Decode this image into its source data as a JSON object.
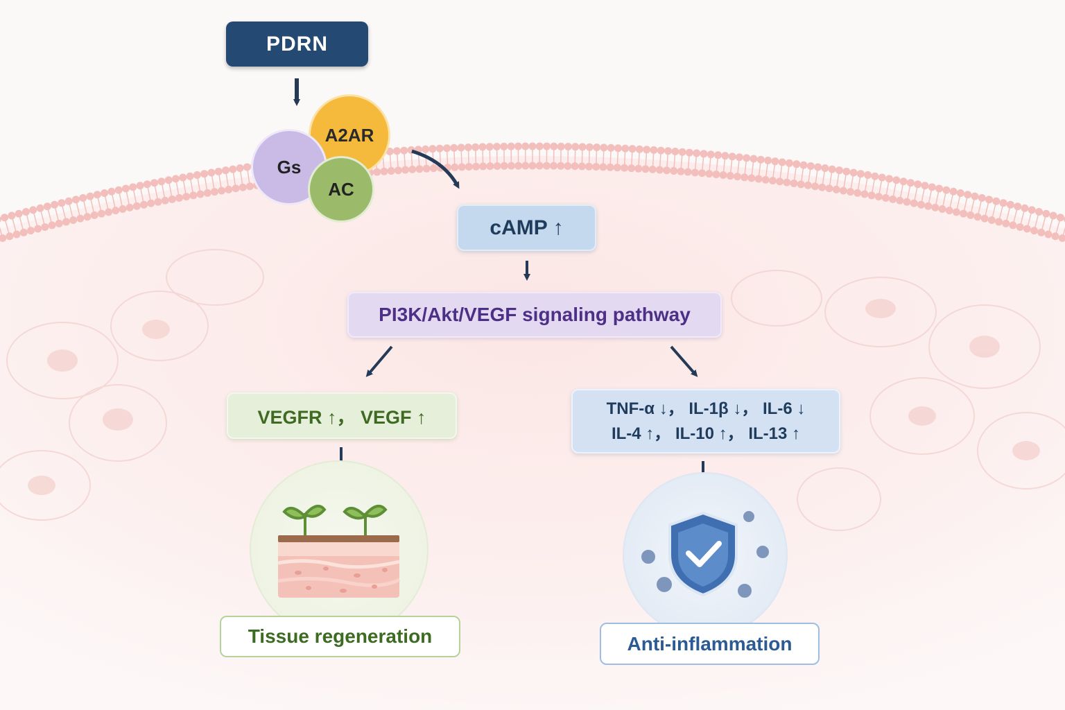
{
  "ligand": {
    "label": "PDRN"
  },
  "receptor_complex": {
    "a2ar": "A2AR",
    "gs": "Gs",
    "ac": "AC"
  },
  "second_messenger": {
    "label": "cAMP ↑"
  },
  "pathway": {
    "label": "PI3K/Akt/VEGF signaling pathway"
  },
  "left_branch": {
    "markers": "VEGFR ↑，  VEGF ↑",
    "outcome": "Tissue regeneration"
  },
  "right_branch": {
    "markers_line1": "TNF-α ↓，  IL-1β ↓，  IL-6 ↓",
    "markers_line2": "IL-4 ↑，  IL-10 ↑，  IL-13 ↑",
    "outcome": "Anti-inflammation"
  },
  "colors": {
    "ligand": "#244a74",
    "a2ar": "#f5b93c",
    "gs": "#cabbe6",
    "ac": "#9cbb6a",
    "camp": "#c4d8ee",
    "pathway": "#e3daf2",
    "regeneration": "#e5efd9",
    "inflammation": "#d3e1f3",
    "membrane": "#f3bfbc",
    "arrow": "#243a57"
  },
  "icons": [
    "sprout-icon",
    "skin-layer-icon",
    "shield-check-icon",
    "virus-icon"
  ]
}
